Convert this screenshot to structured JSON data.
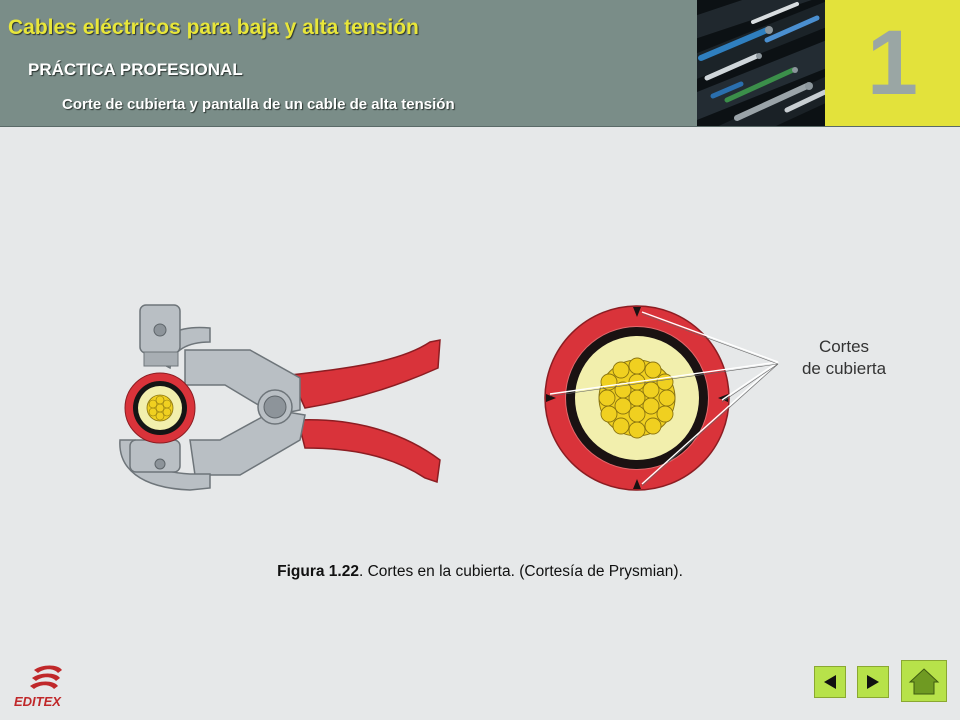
{
  "header": {
    "title": "Cables eléctricos para baja y alta tensión",
    "subtitle": "PRÁCTICA PROFESIONAL",
    "section": "Corte de cubierta y pantalla de un cable de alta tensión",
    "chapter_number": "1"
  },
  "figure": {
    "callout_line1": "Cortes",
    "callout_line2": "de cubierta",
    "caption_ref": "Figura 1.22",
    "caption_text": ". Cortes en la cubierta. (Cortesía de Prysmian)."
  },
  "footer": {
    "logo_text": "EDITEX",
    "buttons": [
      "previous",
      "next",
      "home"
    ]
  },
  "colors": {
    "header_band": "#7a8d88",
    "title_yellow": "#e8e63a",
    "chapter_box": "#e3e23b",
    "nav_green": "#b7e24a",
    "cable_red": "#d9333a",
    "conductor_yellow": "#f0d020"
  }
}
